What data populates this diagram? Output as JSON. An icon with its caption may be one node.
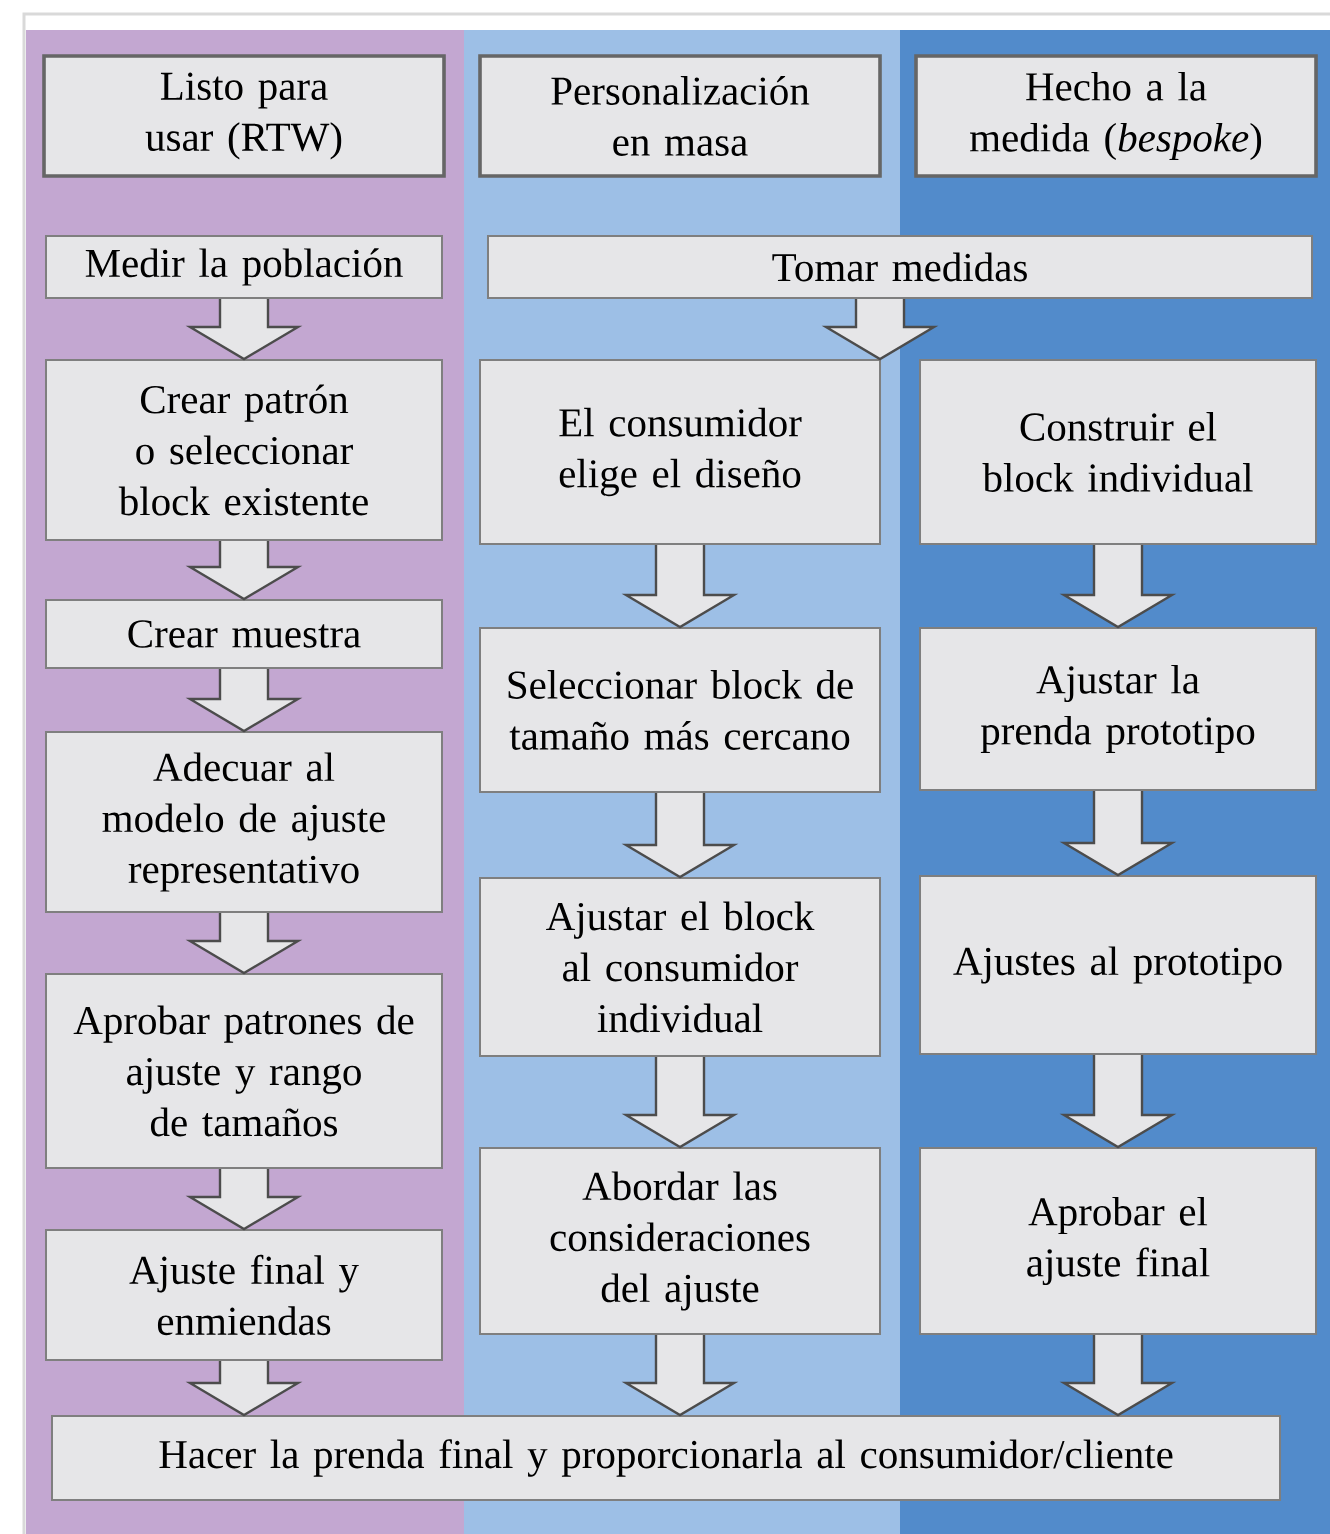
{
  "diagram": {
    "nodes": [
      {
        "text": [
          "Listo para usar (RTW)"
        ]
      },
      {
        "text": [
          "Personalización en masa"
        ]
      },
      {
        "text": [
          "Hecho a la medida (*bespoke*)"
        ]
      },
      {
        "text": [
          "Medir la población"
        ]
      },
      {
        "text": [
          "Tomar medidas"
        ]
      },
      {
        "text": [
          "Crear patrón o seleccionar block existente"
        ]
      },
      {
        "text": [
          "El consumidor elige el diseño"
        ]
      },
      {
        "text": [
          "Construir el block individual"
        ]
      },
      {
        "text": [
          "Crear muestra"
        ]
      },
      {
        "text": [
          "Seleccionar block de tamaño más cercano"
        ]
      },
      {
        "text": [
          "Ajustar la prenda prototipo"
        ]
      },
      {
        "text": [
          "Adecuar al modelo de ajuste representativo"
        ]
      },
      {
        "text": [
          "Ajustar el block al consumidor individual"
        ]
      },
      {
        "text": [
          "Ajustes al prototipo"
        ]
      },
      {
        "text": [
          "Aprobar patrones de ajuste y rango de tamaños"
        ]
      },
      {
        "text": [
          "Abordar las consideraciones del ajuste"
        ]
      },
      {
        "text": [
          "Aprobar el ajuste final"
        ]
      },
      {
        "text": [
          "Ajuste final y enmiendas"
        ]
      },
      {
        "text": [
          "Hacer la prenda final y proporcionarla al consumidor/cliente"
        ]
      }
    ],
    "edges": [
      {
        "from": 3,
        "to": 5,
        "arrow": "to"
      },
      {
        "from": 4,
        "to": 6,
        "arrow": "to"
      },
      {
        "from": 4,
        "to": 7,
        "arrow": "to"
      },
      {
        "from": 5,
        "to": 8,
        "arrow": "to"
      },
      {
        "from": 8,
        "to": 11,
        "arrow": "to"
      },
      {
        "from": 11,
        "to": 14,
        "arrow": "to"
      },
      {
        "from": 14,
        "to": 17,
        "arrow": "to"
      },
      {
        "from": 17,
        "to": 18,
        "arrow": "to"
      },
      {
        "from": 6,
        "to": 9,
        "arrow": "to"
      },
      {
        "from": 9,
        "to": 12,
        "arrow": "to"
      },
      {
        "from": 12,
        "to": 15,
        "arrow": "to"
      },
      {
        "from": 15,
        "to": 18,
        "arrow": "to"
      },
      {
        "from": 7,
        "to": 10,
        "arrow": "to"
      },
      {
        "from": 10,
        "to": 13,
        "arrow": "to"
      },
      {
        "from": 13,
        "to": 16,
        "arrow": "to"
      },
      {
        "from": 16,
        "to": 18,
        "arrow": "to"
      }
    ]
  }
}
